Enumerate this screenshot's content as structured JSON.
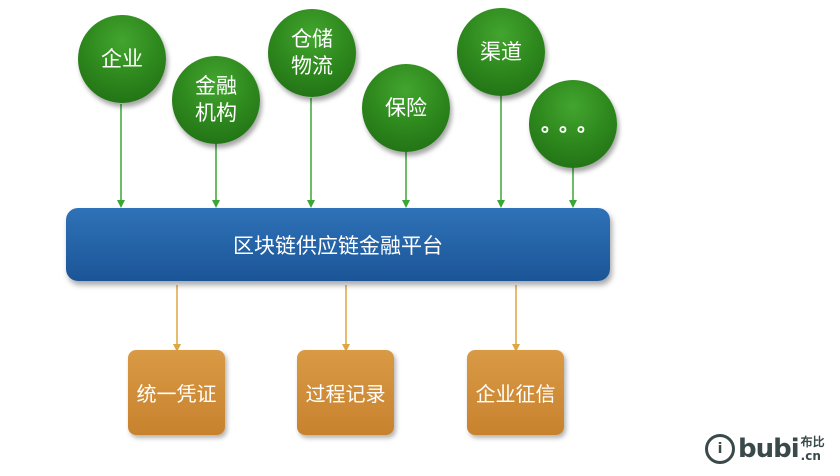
{
  "inputs": [
    {
      "label": "企业"
    },
    {
      "label": "金融\n机构"
    },
    {
      "label": "仓储\n物流"
    },
    {
      "label": "保险"
    },
    {
      "label": "渠道"
    },
    {
      "label": "。。。"
    }
  ],
  "platform": {
    "label": "区块链供应链金融平台"
  },
  "outputs": [
    {
      "label": "统一凭证"
    },
    {
      "label": "过程记录"
    },
    {
      "label": "企业征信"
    }
  ],
  "watermark": {
    "brand": "bubi",
    "line1": "布比",
    "line2": ".cn"
  },
  "colors": {
    "input_arrow": "#3aa635",
    "output_arrow": "#e0a640",
    "platform": "#1e5fa6",
    "output_box": "#d08d38",
    "circle": "#2e8a1e"
  }
}
